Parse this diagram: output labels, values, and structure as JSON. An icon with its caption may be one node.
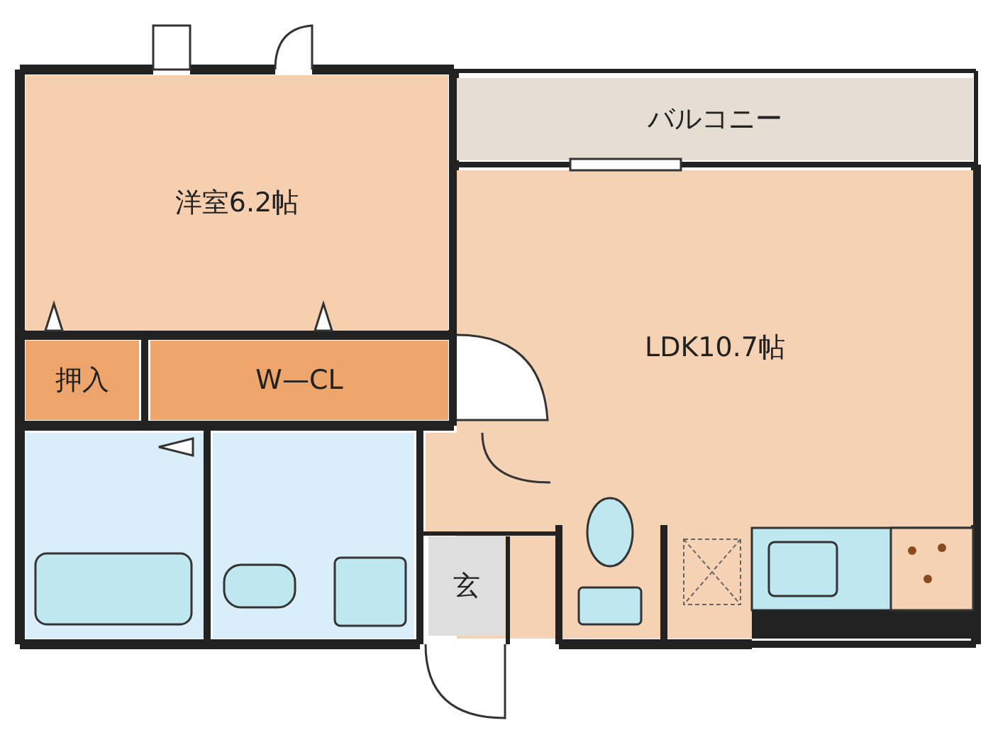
{
  "diagram": {
    "nodes": [
      {
        "text": [
          "洋室6.2帖"
        ]
      },
      {
        "text": [
          "バルコニー"
        ]
      },
      {
        "text": [
          "LDK10.7帖"
        ]
      },
      {
        "text": [
          "押入"
        ]
      },
      {
        "text": [
          "W—CL"
        ]
      },
      {
        "text": [
          "玄"
        ]
      }
    ]
  }
}
